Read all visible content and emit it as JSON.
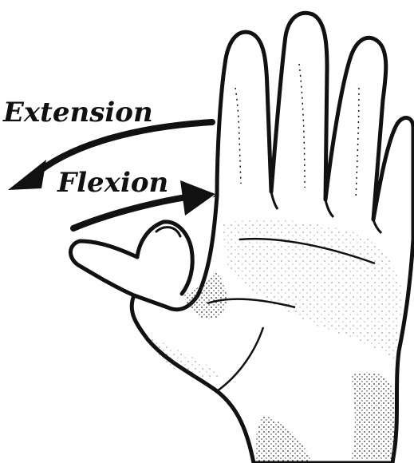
{
  "labels": {
    "extension": "Extension",
    "flexion": "Flexion"
  },
  "colors": {
    "ink": "#111111",
    "paper": "#ffffff",
    "shading": "#2a2a2a"
  },
  "icons": {
    "hand": "open-palm-hand-illustration",
    "extension_arrow": "curved-arrow-left",
    "flexion_arrow": "curved-arrow-right"
  }
}
